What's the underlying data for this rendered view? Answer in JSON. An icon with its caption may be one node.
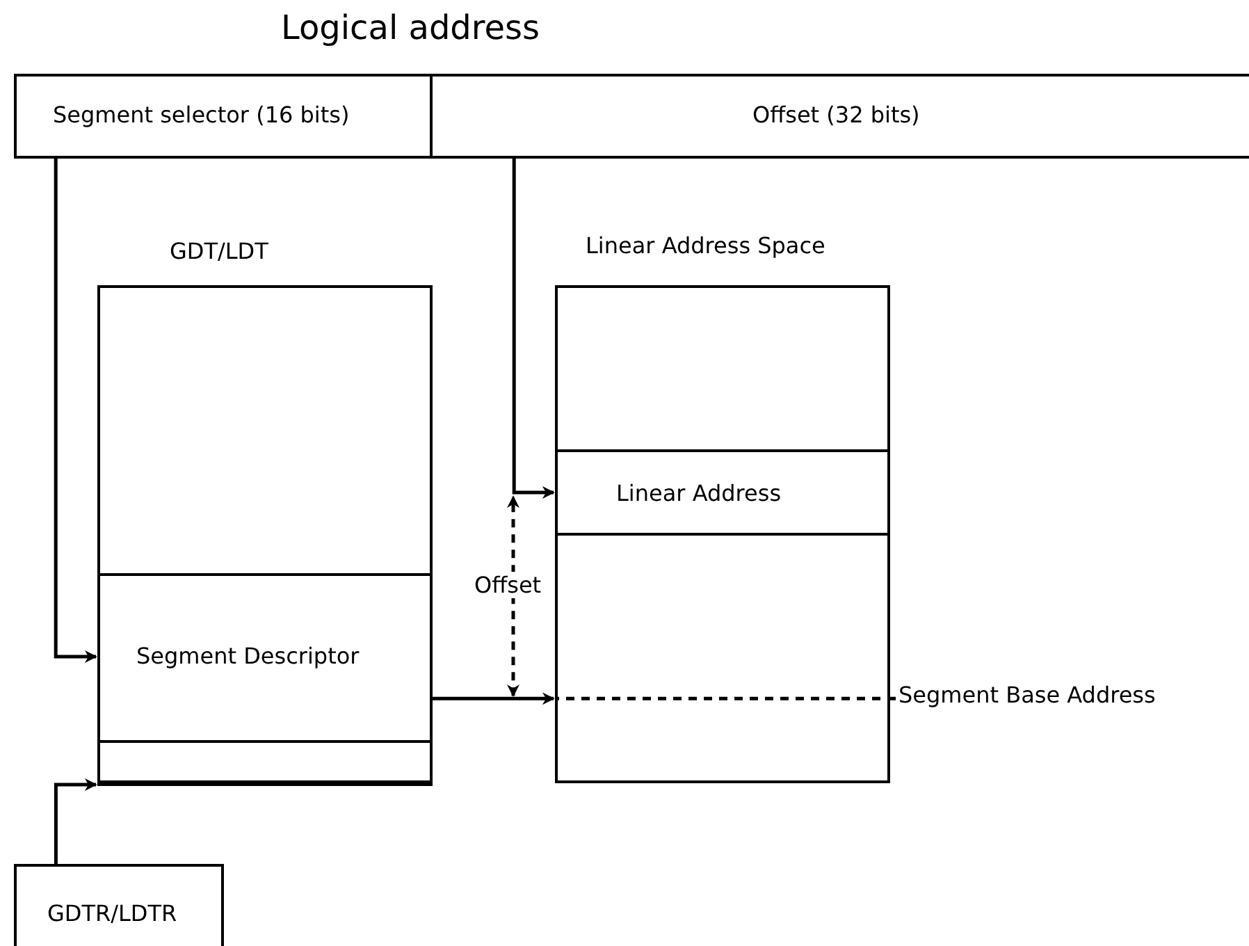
{
  "diagram": {
    "title": "Logical address",
    "nodes": [
      {
        "text": [
          "Segment selector (16 bits)"
        ]
      },
      {
        "text": [
          "Offset (32 bits)"
        ]
      },
      {
        "text": [
          "GDT/LDT"
        ]
      },
      {
        "text": [
          "Segment Descriptor"
        ],
        "in": 2
      },
      {
        "text": [],
        "shape": "box",
        "in": 2
      },
      {
        "text": [
          "Linear Address Space"
        ]
      },
      {
        "text": [
          "Linear Address"
        ],
        "in": 5
      },
      {
        "text": [
          "GDTR/LDTR"
        ]
      },
      {
        "text": [
          "Segment Base Address"
        ]
      }
    ],
    "edges": [
      {
        "from": 0,
        "to": 3,
        "arrow": "to"
      },
      {
        "from": 1,
        "to": 6,
        "arrow": "to"
      },
      {
        "from": 3,
        "to": 5,
        "arrow": "to"
      },
      {
        "from": 7,
        "to": 4,
        "arrow": "to"
      },
      {
        "from": 5,
        "to": 6,
        "arrow": "both",
        "label": "Offset",
        "style": "dashed"
      },
      {
        "from": 8,
        "to": 5,
        "arrow": "none",
        "style": "dashed"
      }
    ]
  }
}
